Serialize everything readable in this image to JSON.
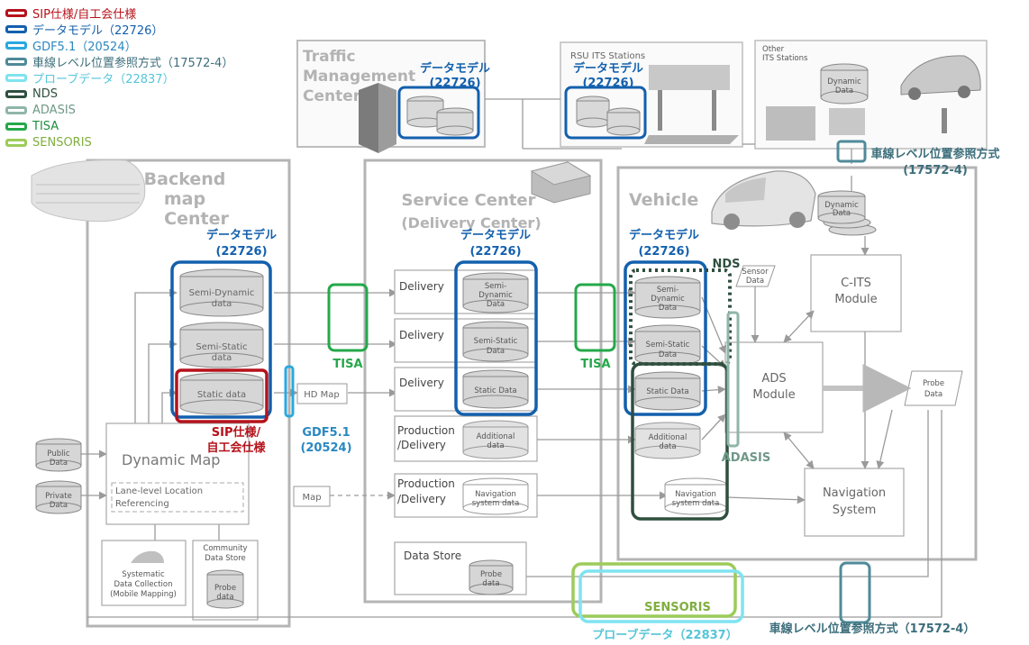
{
  "legend": {
    "items": [
      {
        "label": "SIP仕様/自工会仕様",
        "color": "#b5121b"
      },
      {
        "label": "データモデル（22726）",
        "color": "#1360ad"
      },
      {
        "label": "GDF5.1（20524）",
        "color": "#2aa8e0"
      },
      {
        "label": "車線レベル位置参照方式（17572-4）",
        "color": "#4f8a99"
      },
      {
        "label": "プローブデータ（22837）",
        "color": "#7fe3f0"
      },
      {
        "label": "NDS",
        "color": "#2f4f3f"
      },
      {
        "label": "ADASIS",
        "color": "#8fb6a8"
      },
      {
        "label": "TISA",
        "color": "#25a84a"
      },
      {
        "label": "SENSORIS",
        "color": "#9ccc5a"
      }
    ]
  },
  "traffic_center": {
    "line1": "Traffic",
    "line2": "Management",
    "line3": "Center"
  },
  "rsu": {
    "label": "RSU ITS Stations"
  },
  "other_its": {
    "line1": "Other",
    "line2": "ITS Stations",
    "dyn_line1": "Dynamic",
    "dyn_line2": "Data"
  },
  "backend": {
    "line1": "Backend",
    "line2": "map",
    "line3": "Center"
  },
  "service": {
    "line1": "Service Center",
    "line2": "(Delivery Center)"
  },
  "vehicle": {
    "title": "Vehicle"
  },
  "datamodel": {
    "label": "データモデル",
    "code": "(22726)"
  },
  "std_labels": {
    "tisa": "TISA",
    "sip_line1": "SIP仕様/",
    "sip_line2": "自工会仕様",
    "gdf_line1": "GDF5.1",
    "gdf_line2": "(20524)",
    "nds": "NDS",
    "adasis": "ADASIS",
    "sensoris": "SENSORIS",
    "probe": "プローブデータ（22837）",
    "lane_ref_bottom": "車線レベル位置参照方式（17572-4）",
    "lane_ref_top_line1": "車線レベル位置参照方式",
    "lane_ref_top_line2": "(17572-4)"
  },
  "data_labels": {
    "semi_dynamic_1": "Semi-Dynamic",
    "semi_dynamic_2": "data",
    "semi_static_1": "Semi-Static",
    "semi_static_2": "data",
    "static": "Static data",
    "semi_dyn_s1": "Semi-",
    "semi_dyn_s2": "Dynamic",
    "semi_dyn_s3": "Data",
    "semi_static_s1": "Semi-Static",
    "semi_static_s2": "Data",
    "static_s": "Static Data",
    "additional_1": "Additional",
    "additional_2": "data",
    "navsys_1": "Navigation",
    "navsys_2": "system data",
    "probe_1": "Probe",
    "probe_2": "data",
    "public_1": "Public",
    "public_2": "Data",
    "private_1": "Private",
    "private_2": "Data",
    "sensor_1": "Sensor",
    "sensor_2": "Data",
    "probe_data_1": "Probe",
    "probe_data_2": "Data",
    "dynamic_1": "Dynamic",
    "dynamic_2": "Data"
  },
  "service_rows": {
    "delivery": "Delivery",
    "production_1": "Production",
    "production_2": "/Delivery",
    "data_store": "Data Store"
  },
  "hd_map": "HD Map",
  "map": "Map",
  "dynamic_map": {
    "title": "Dynamic Map",
    "lane_1": "Lane-level Location",
    "lane_2": "Referencing"
  },
  "collection": {
    "systematic_1": "Systematic",
    "systematic_2": "Data Collection",
    "systematic_3": "(Mobile Mapping)",
    "community_1": "Community",
    "community_2": "Data Store"
  },
  "modules": {
    "cits_1": "C-ITS",
    "cits_2": "Module",
    "ads_1": "ADS",
    "ads_2": "Module",
    "nav_1": "Navigation",
    "nav_2": "System"
  },
  "colors": {
    "sip": "#b5121b",
    "datamodel": "#1360ad",
    "gdf": "#2aa8e0",
    "laneref": "#4f8a99",
    "probe": "#7fe3f0",
    "nds": "#2f4f3f",
    "adasis": "#8fb6a8",
    "tisa": "#25a84a",
    "sensoris": "#9ccc5a"
  }
}
